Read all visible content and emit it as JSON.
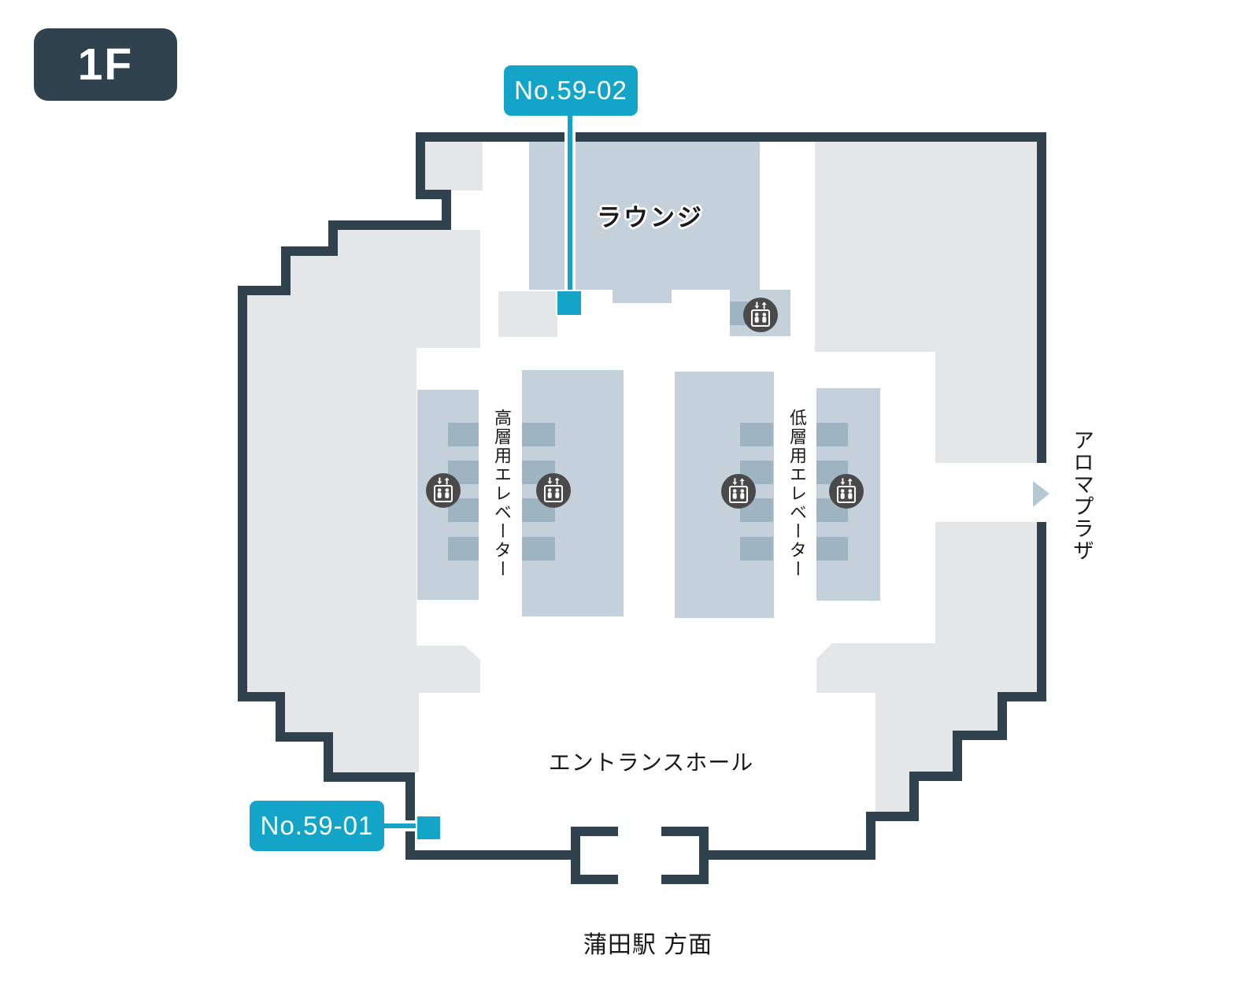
{
  "floor_badge": {
    "label": "1F"
  },
  "markers": {
    "no_59_02": {
      "label": "No.59-02"
    },
    "no_59_01": {
      "label": "No.59-01"
    }
  },
  "areas": {
    "lounge": "ラウンジ",
    "high_rise_elevators": "高層用エレベーター",
    "low_rise_elevators": "低層用エレベーター",
    "entrance_hall": "エントランスホール",
    "aroma_plaza": "アロマプラザ",
    "station_direction": "蒲田駅 方面"
  },
  "icons": {
    "elevator": "elevator-icon",
    "exit_arrow": "right-arrow-icon"
  },
  "colors": {
    "wall": "#2f424d",
    "accent_cyan": "#14a4c8",
    "area_gray": "#e5e6e7",
    "area_blue": "#c5d1da",
    "door_blue": "#9fb4c1",
    "icon_gray": "#4a4a4a",
    "arrow_blue": "#b5c7d3",
    "text_dark": "#1a1a1a"
  }
}
